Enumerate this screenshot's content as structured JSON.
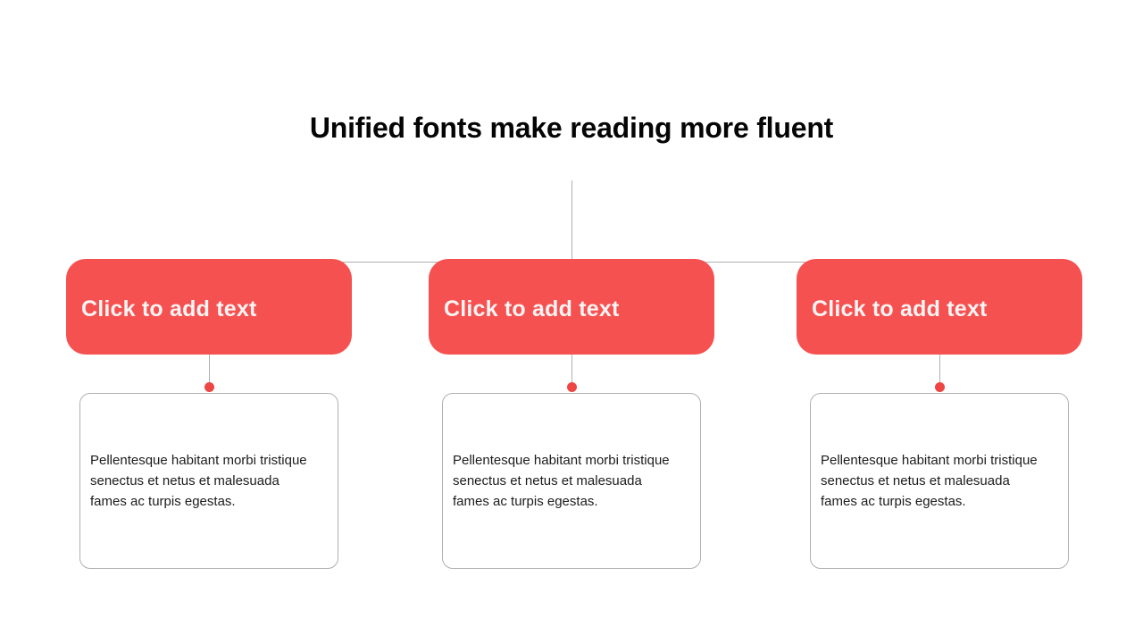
{
  "title": "Unified fonts make reading more fluent",
  "colors": {
    "accent": "#f55150",
    "dot": "#ee4545",
    "line": "#b0b0b0",
    "cardBorder": "#b0b0b0"
  },
  "branches": [
    {
      "heading": "Click to add text",
      "body": "Pellentesque habitant morbi tristique\nsenectus et netus et malesuada\nfames ac turpis egestas."
    },
    {
      "heading": "Click to add text",
      "body": "Pellentesque habitant morbi tristique\nsenectus et netus et malesuada\nfames ac turpis egestas."
    },
    {
      "heading": "Click to add text",
      "body": "Pellentesque habitant morbi tristique\nsenectus et netus et malesuada\nfames ac turpis egestas."
    }
  ]
}
